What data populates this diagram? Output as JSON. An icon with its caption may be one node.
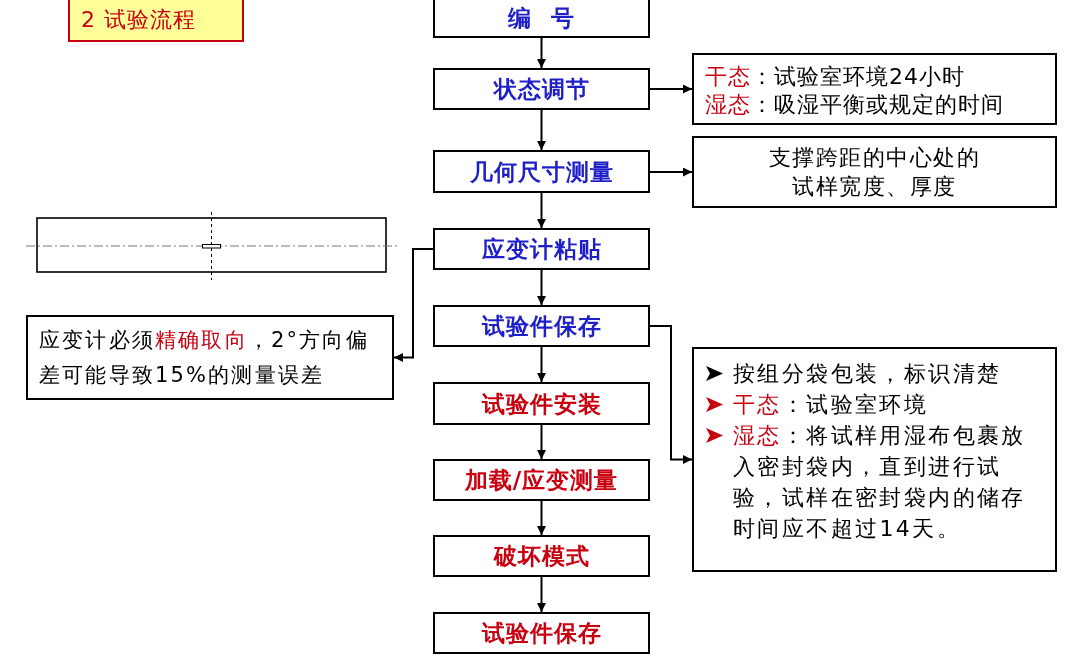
{
  "diagram": {
    "title": "2 试验流程",
    "nodes": [
      {
        "text": [
          "编 号"
        ]
      },
      {
        "text": [
          "状态调节"
        ]
      },
      {
        "text": [
          "**干态**：试验室环境24小时",
          "**湿态**：吸湿平衡或规定的时间"
        ]
      },
      {
        "text": [
          "几何尺寸测量"
        ]
      },
      {
        "text": [
          "支撑跨距的中心处的试样宽度、厚度"
        ]
      },
      {
        "text": [],
        "shape": "picture"
      },
      {
        "text": [
          "应变计粘贴"
        ]
      },
      {
        "text": [
          "应变计必须**精确取向**，2°方向偏差可能导致15%的测量误差"
        ]
      },
      {
        "text": [
          "试验件保存"
        ]
      },
      {
        "text": [
          "按组分袋包装，标识清楚",
          "**干态**：试验室环境",
          "**湿态**：将试样用湿布包裹放入密封袋内，直到进行试验，试样在密封袋内的储存时间应不超过14天。"
        ]
      },
      {
        "text": [
          "试验件安装"
        ]
      },
      {
        "text": [
          "加载/应变测量"
        ]
      },
      {
        "text": [
          "破坏模式"
        ]
      },
      {
        "text": [
          "试验件保存"
        ]
      }
    ],
    "edges": [
      {
        "from": 0,
        "to": 1,
        "arrow": "to"
      },
      {
        "from": 1,
        "to": 2,
        "arrow": "to"
      },
      {
        "from": 1,
        "to": 3,
        "arrow": "to"
      },
      {
        "from": 3,
        "to": 4,
        "arrow": "to"
      },
      {
        "from": 3,
        "to": 6,
        "arrow": "to"
      },
      {
        "from": 6,
        "to": 7,
        "arrow": "to"
      },
      {
        "from": 6,
        "to": 8,
        "arrow": "to"
      },
      {
        "from": 8,
        "to": 9,
        "arrow": "to"
      },
      {
        "from": 8,
        "to": 10,
        "arrow": "to"
      },
      {
        "from": 10,
        "to": 11,
        "arrow": "to"
      },
      {
        "from": 11,
        "to": 12,
        "arrow": "to"
      },
      {
        "from": 12,
        "to": 13,
        "arrow": "to"
      }
    ]
  }
}
